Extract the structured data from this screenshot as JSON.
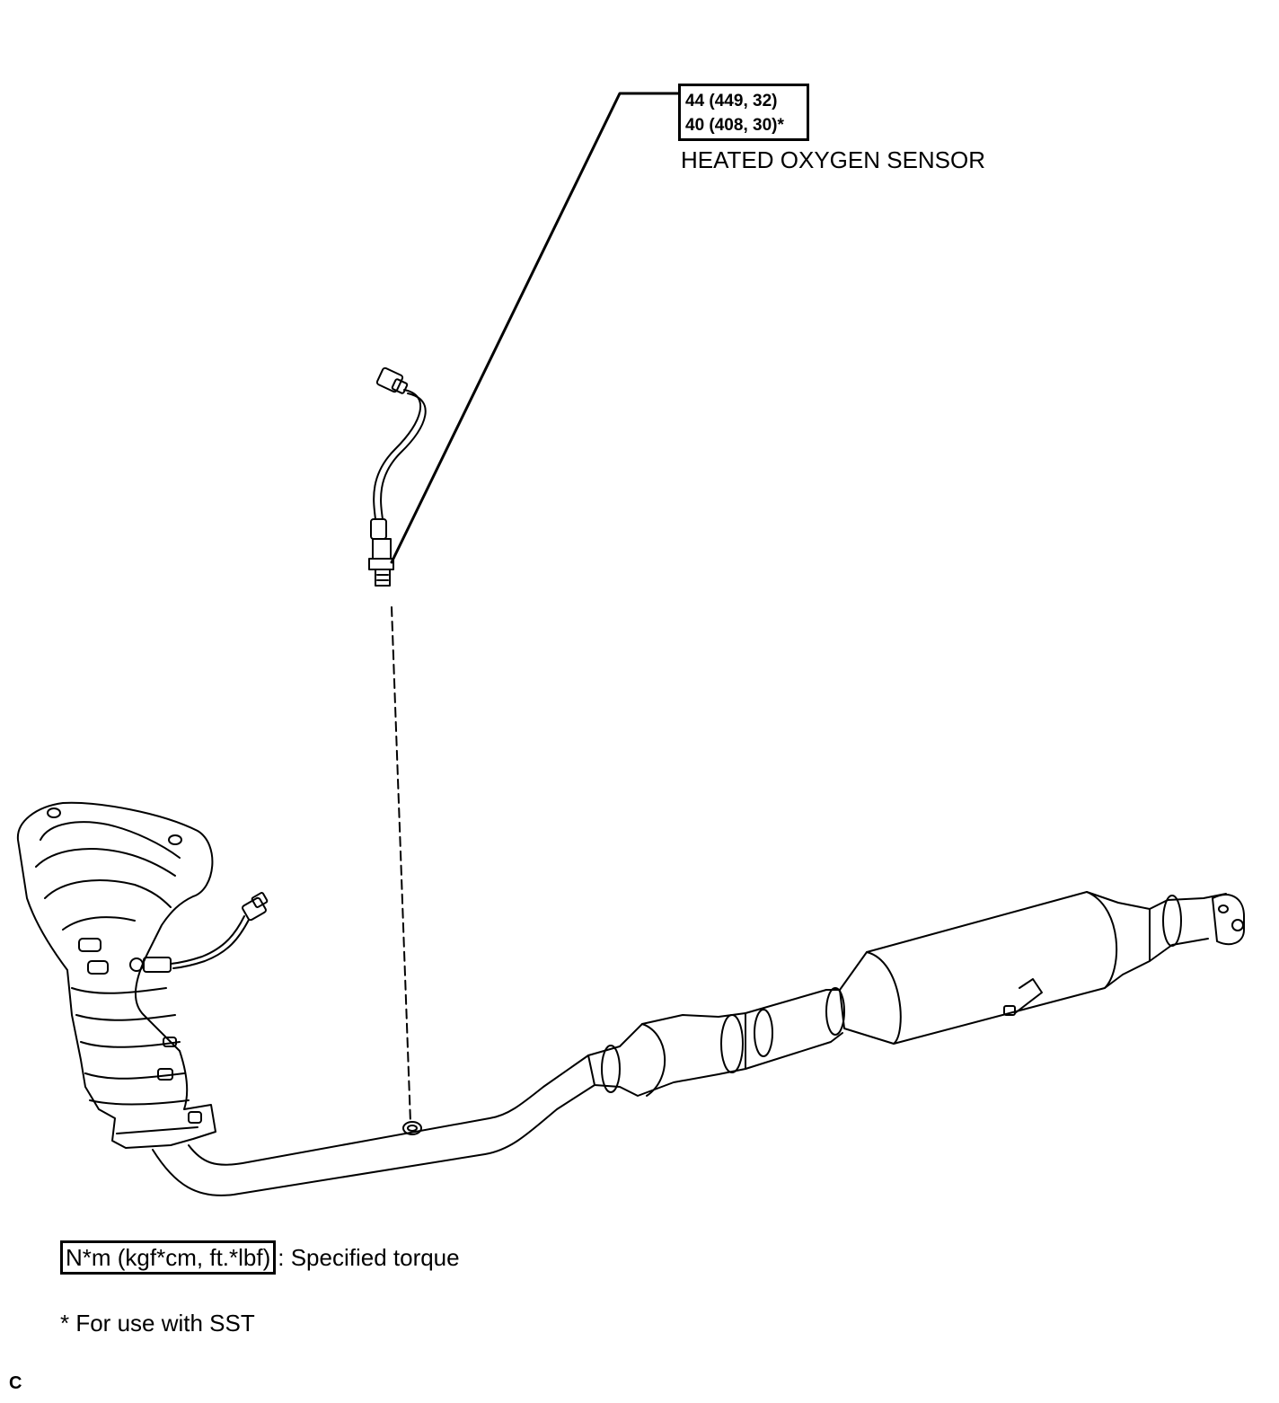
{
  "torque": {
    "line1": "44 (449, 32)",
    "line2": "40 (408, 30)*"
  },
  "part_label": "HEATED OXYGEN SENSOR",
  "legend": {
    "unit_box": "N*m (kgf*cm, ft.*lbf)",
    "text": ": Specified torque"
  },
  "footnote": "* For use with SST",
  "figure_code": "C"
}
